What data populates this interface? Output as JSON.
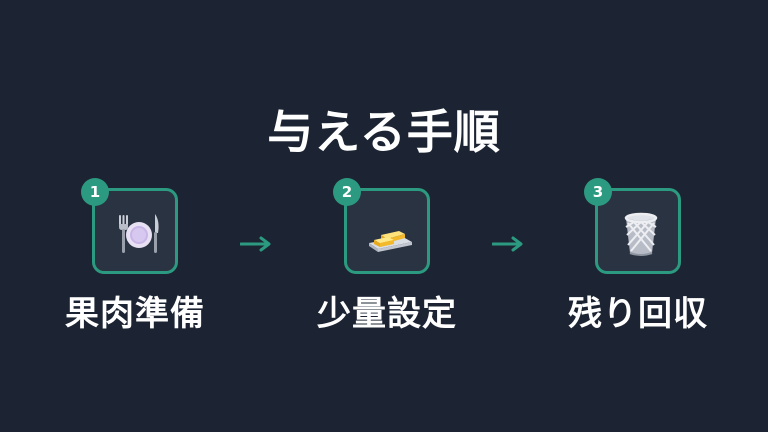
{
  "title": "与える手順",
  "steps": [
    {
      "number": "1",
      "label": "果肉準備",
      "icon": "plate-cutlery-icon"
    },
    {
      "number": "2",
      "label": "少量設定",
      "icon": "butter-icon"
    },
    {
      "number": "3",
      "label": "残り回収",
      "icon": "wastebasket-icon"
    }
  ],
  "colors": {
    "background": "#1c2433",
    "accent": "#2c9a80",
    "card": "#2a3342",
    "text": "#ffffff"
  }
}
